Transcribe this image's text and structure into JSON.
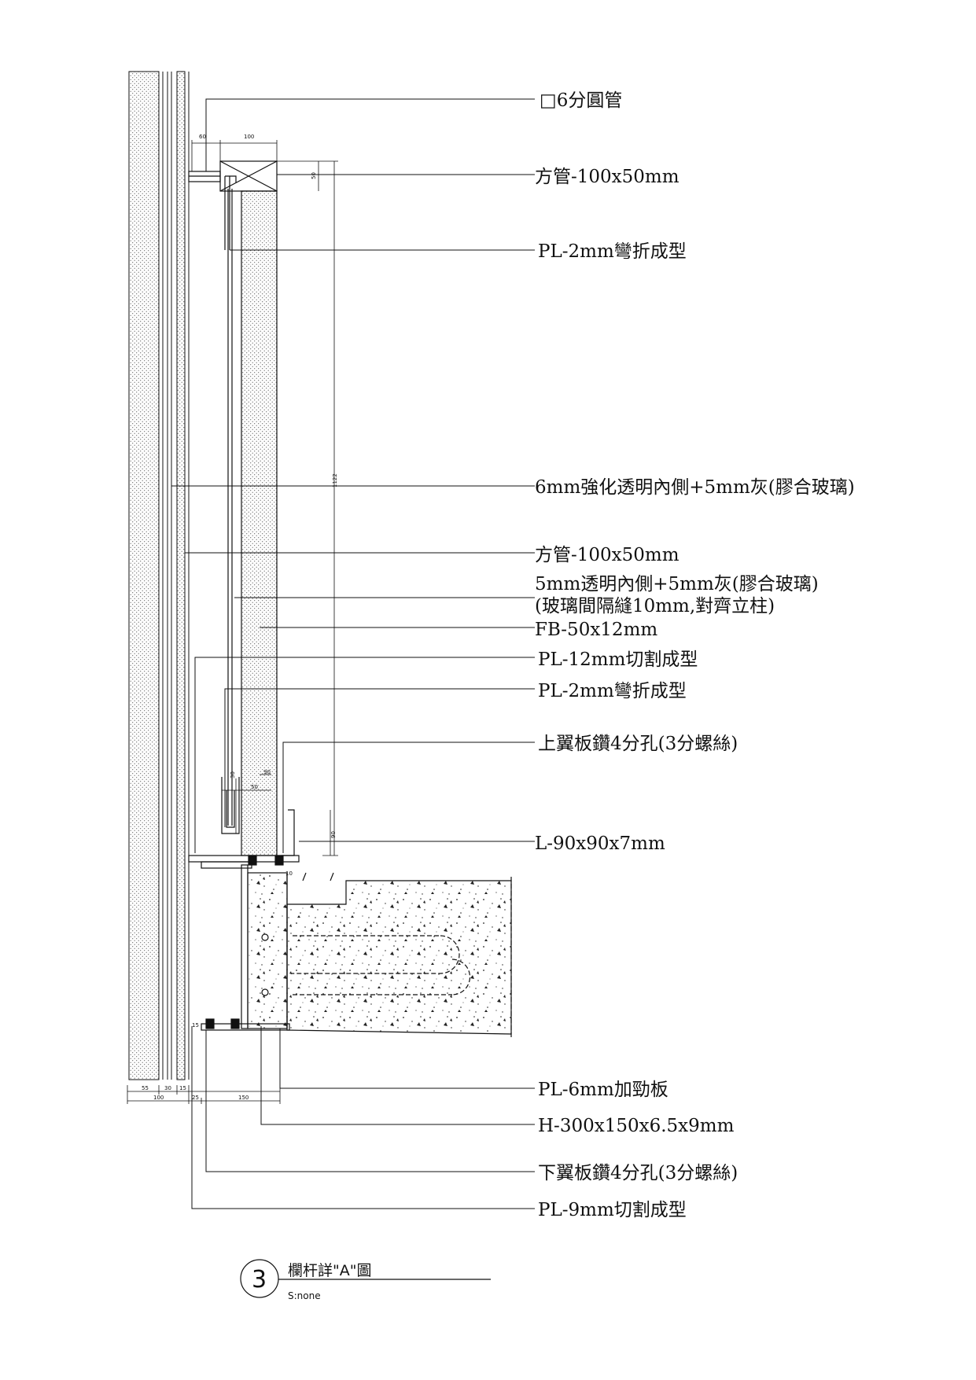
{
  "callouts": [
    {
      "text": "□6分圓管"
    },
    {
      "text": "方管-100x50mm"
    },
    {
      "text": "PL-2mm彎折成型"
    },
    {
      "text": "6mm強化透明內側+5mm灰(膠合玻璃)"
    },
    {
      "text": "方管-100x50mm"
    },
    {
      "text": "5mm透明內側+5mm灰(膠合玻璃)"
    },
    {
      "text": "(玻璃間隔縫10mm,對齊立柱)"
    },
    {
      "text": "FB-50x12mm"
    },
    {
      "text": "PL-12mm切割成型"
    },
    {
      "text": "PL-2mm彎折成型"
    },
    {
      "text": "上翼板鑽4分孔(3分螺絲)"
    },
    {
      "text": "L-90x90x7mm"
    },
    {
      "text": "PL-6mm加勁板"
    },
    {
      "text": "H-300x150x6.5x9mm"
    },
    {
      "text": "下翼板鑽4分孔(3分螺絲)"
    },
    {
      "text": "PL-9mm切割成型"
    }
  ],
  "dimensions": {
    "top_60": "60",
    "top_100": "100",
    "side_50": "50",
    "height_1122": "1122",
    "d_30": "30",
    "d_90a": "90",
    "d_50": "50",
    "d_90b": "90",
    "d_10": "10",
    "d_15s": "15",
    "b_55": "55",
    "b_30": "30",
    "b_15": "15",
    "b_100": "100",
    "b_25": "25",
    "b_150": "150"
  },
  "title_block": {
    "number": "3",
    "title": "欄杆詳\"A\"圖",
    "scale": "S:none"
  }
}
